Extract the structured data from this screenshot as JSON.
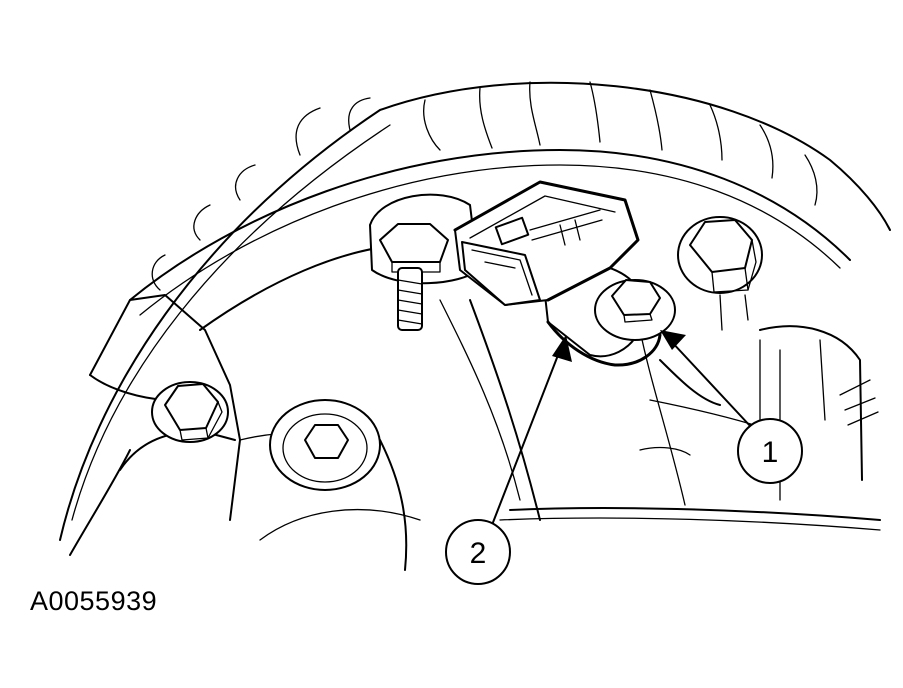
{
  "figure": {
    "id": "A0055939"
  },
  "callouts": [
    {
      "number": "1"
    },
    {
      "number": "2"
    }
  ],
  "colors": {
    "ink": "#000000",
    "paper": "#ffffff"
  }
}
